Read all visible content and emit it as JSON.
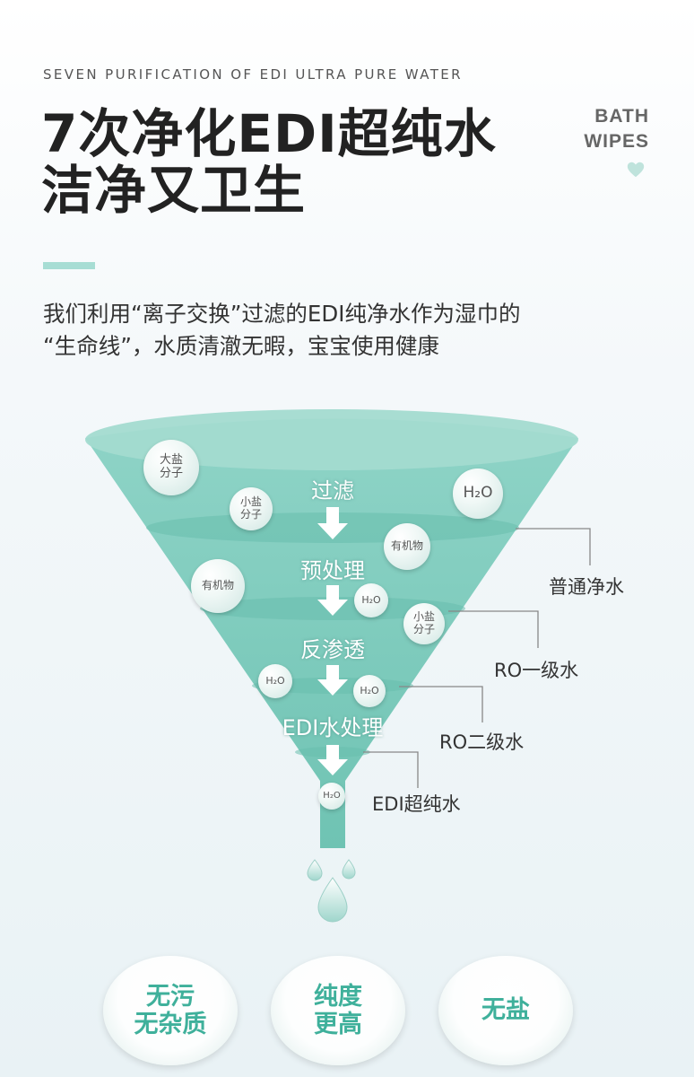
{
  "header": {
    "subtitle_en": "SEVEN PURIFICATION OF EDI ULTRA PURE WATER",
    "headline_line1": "7次净化EDI超纯水",
    "headline_line2": "洁净又卫生",
    "badge_line1": "BATH",
    "badge_line2": "WIPES"
  },
  "description": {
    "line1": "我们利用“离子交换”过滤的EDI纯净水作为湿巾的",
    "line2": "“生命线”，水质清澈无暇，宝宝使用健康"
  },
  "funnel": {
    "stages": [
      "过滤",
      "预处理",
      "反渗透",
      "EDI水处理"
    ],
    "bubbles": {
      "large_salt_1": "大盐",
      "large_salt_2": "分子",
      "small_salt_1": "小盐",
      "small_salt_2": "分子",
      "organic": "有机物",
      "h2o": "H₂O"
    },
    "callouts": [
      "普通净水",
      "RO一级水",
      "RO二级水",
      "EDI超纯水"
    ]
  },
  "benefits": [
    {
      "line1": "无污",
      "line2": "无杂质"
    },
    {
      "line1": "纯度",
      "line2": "更高"
    },
    {
      "line1": "无盐",
      "line2": ""
    }
  ],
  "colors": {
    "funnel_teal": "#7fccbe",
    "funnel_rim": "#9ed8cd",
    "accent": "#a7ddd4",
    "benefit_text": "#3fb09b"
  },
  "icons": [
    "heart-icon",
    "down-arrow-icon",
    "water-drop-icon"
  ]
}
